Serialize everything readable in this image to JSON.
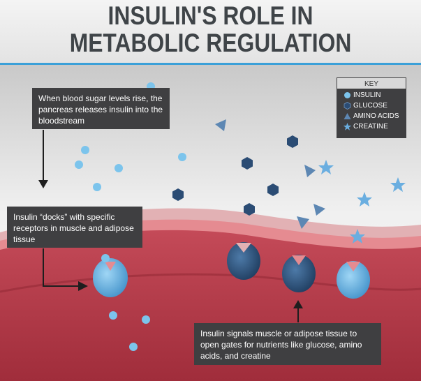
{
  "title": {
    "line1": "INSULIN'S ROLE IN",
    "line2": "METABOLIC REGULATION"
  },
  "callouts": {
    "step1": "When blood sugar levels rise, the pancreas releases insulin into the bloodstream",
    "step2": "Insulin “docks” with specific receptors in muscle and adipose tissue",
    "step3": "Insulin signals muscle or adipose tissue to open gates for nutrients like glucose, amino acids, and creatine"
  },
  "key": {
    "title": "KEY",
    "items": [
      {
        "label": "INSULIN",
        "icon": "circle-icon",
        "color": "#7cc4ec"
      },
      {
        "label": "GLUCOSE",
        "icon": "hexagon-icon",
        "color": "#2b4c74"
      },
      {
        "label": "AMINO ACIDS",
        "icon": "triangle-icon",
        "color": "#5d87b3"
      },
      {
        "label": "CREATINE",
        "icon": "star-icon",
        "color": "#6aaee0"
      }
    ]
  },
  "colors": {
    "accent": "#3ba0d8",
    "tissue": "#b83b4a",
    "tissue_dark": "#8e2532",
    "tissue_light": "#e08a8f",
    "callout_bg": "#3f3f41",
    "receptor": "#5cb0e4",
    "receptor_closed": "#25466c"
  }
}
